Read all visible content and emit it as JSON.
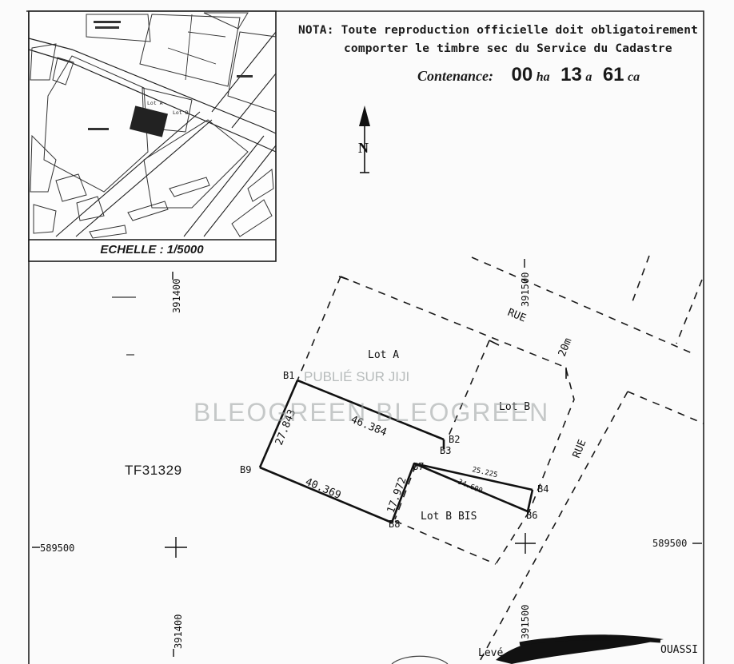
{
  "nota": {
    "line1": "NOTA: Toute reproduction officielle doit obligatoirement",
    "line2": "comporter le timbre sec du Service du Cadastre"
  },
  "contenance": {
    "label": "Contenance:",
    "ha_value": "00",
    "ha_unit": "ha",
    "a_value": "13",
    "a_unit": "a",
    "ca_value": "61",
    "ca_unit": "ca"
  },
  "north_label": "N",
  "inset": {
    "scale_label": "ECHELLE : 1/5000",
    "lot_a": "Lot A",
    "lot_b": "Lot B"
  },
  "grid_labels": {
    "x_391400_top": "391400",
    "x_391500_top": "391500",
    "x_391400_bottom": "391400",
    "x_391500_bottom": "391500",
    "y_589500_left": "589500",
    "y_589500_right": "589500"
  },
  "parcels": {
    "lot_a": "Lot A",
    "lot_b": "Lot B",
    "lot_b_bis": "Lot B BIS",
    "title_ref": "TF31329"
  },
  "roads": {
    "rue_top": "RUE",
    "rue_right": "RUE",
    "width": "20m"
  },
  "boundary_points": {
    "b1": "B1",
    "b2": "B2",
    "b3": "B3",
    "b4": "B4",
    "b6": "B6",
    "b7": "B7",
    "b8": "B8",
    "b9": "B9"
  },
  "distances": {
    "b1_b2": "46.384",
    "b9_b1": "27.843",
    "b9_b8": "40.369",
    "b8_b7": "17.972",
    "b7_b4": "25.225",
    "b7_b6": "34.600"
  },
  "footer": {
    "leve": "Levé et",
    "surveyor_tail": "OUASSI"
  },
  "watermark": {
    "primary": "BLEOGREEN BLEOGREEN",
    "secondary": "PUBLIÉ SUR JIJI"
  }
}
